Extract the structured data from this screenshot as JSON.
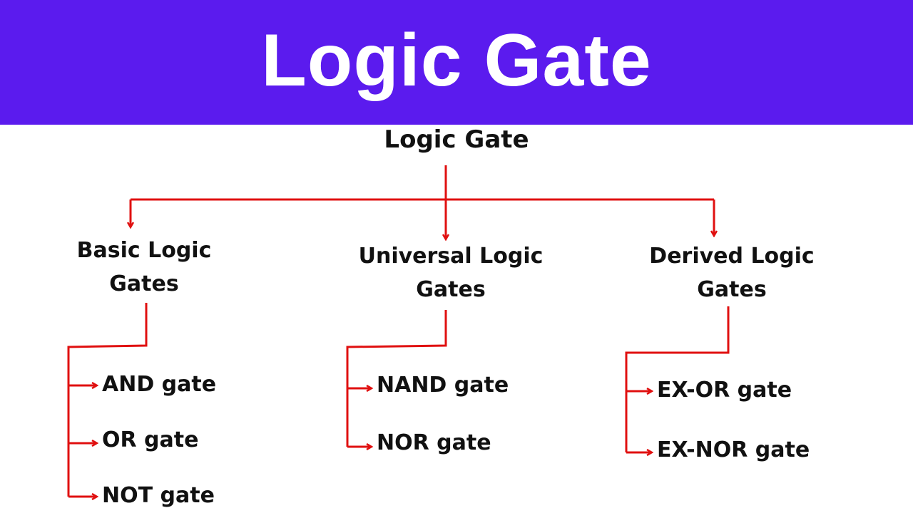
{
  "banner": {
    "title": "Logic Gate"
  },
  "root": {
    "label": "Logic Gate"
  },
  "categories": [
    {
      "line1": "Basic Logic",
      "line2": "Gates",
      "items": [
        "AND gate",
        "OR gate",
        "NOT gate"
      ]
    },
    {
      "line1": "Universal Logic",
      "line2": "Gates",
      "items": [
        "NAND gate",
        "NOR gate"
      ]
    },
    {
      "line1": "Derived Logic",
      "line2": "Gates",
      "items": [
        "EX-OR gate",
        "EX-NOR gate"
      ]
    }
  ],
  "colors": {
    "banner": "#5b1bee",
    "connector": "#e01010"
  }
}
